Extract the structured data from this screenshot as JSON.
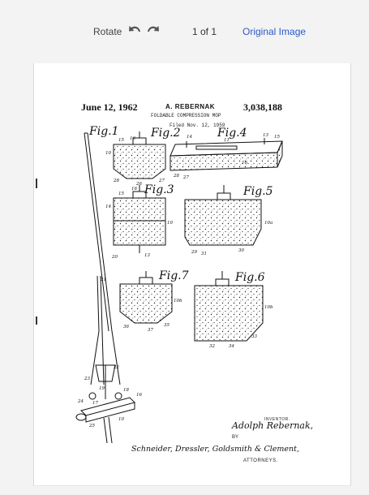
{
  "toolbar": {
    "rotate_label": "Rotate",
    "page_indicator": "1 of 1",
    "original_image_link": "Original Image",
    "icons": {
      "rotate_left": "rotate-left-icon",
      "rotate_right": "rotate-right-icon"
    },
    "link_color": "#2a58c8"
  },
  "patent": {
    "date": "June 12, 1962",
    "inventor_short": "A. REBERNAK",
    "number": "3,038,188",
    "title": "FOLDABLE COMPRESSION MOP",
    "filed": "Filed Nov. 12, 1959",
    "inventor_caption": "INVENTOR.",
    "inventor_signature": "Adolph Rebernak,",
    "by_label": "BY",
    "attorneys_signature": "Schneider, Dressler, Goldsmith & Clement,",
    "attorneys_caption": "ATTORNEYS."
  },
  "figures": {
    "fig1": "Fig.1",
    "fig2": "Fig.2",
    "fig3": "Fig.3",
    "fig4": "Fig.4",
    "fig5": "Fig.5",
    "fig6": "Fig.6",
    "fig7": "Fig.7"
  },
  "refs": {
    "r15": "15",
    "r16": "16",
    "r10": "10",
    "r28": "28",
    "r26": "26",
    "r27": "27",
    "r14": "14",
    "r13": "13",
    "r11": "11",
    "r29": "29",
    "r30": "30",
    "r31": "31",
    "r20": "20",
    "r21": "21",
    "r22": "22",
    "r23": "23",
    "r24": "24",
    "r17": "17",
    "r18": "18",
    "r19": "19",
    "r25": "25",
    "r32": "32",
    "r33": "33",
    "r34": "34",
    "r35": "35",
    "r36": "36",
    "r37": "37",
    "r10a": "10a",
    "r10b": "10b"
  }
}
